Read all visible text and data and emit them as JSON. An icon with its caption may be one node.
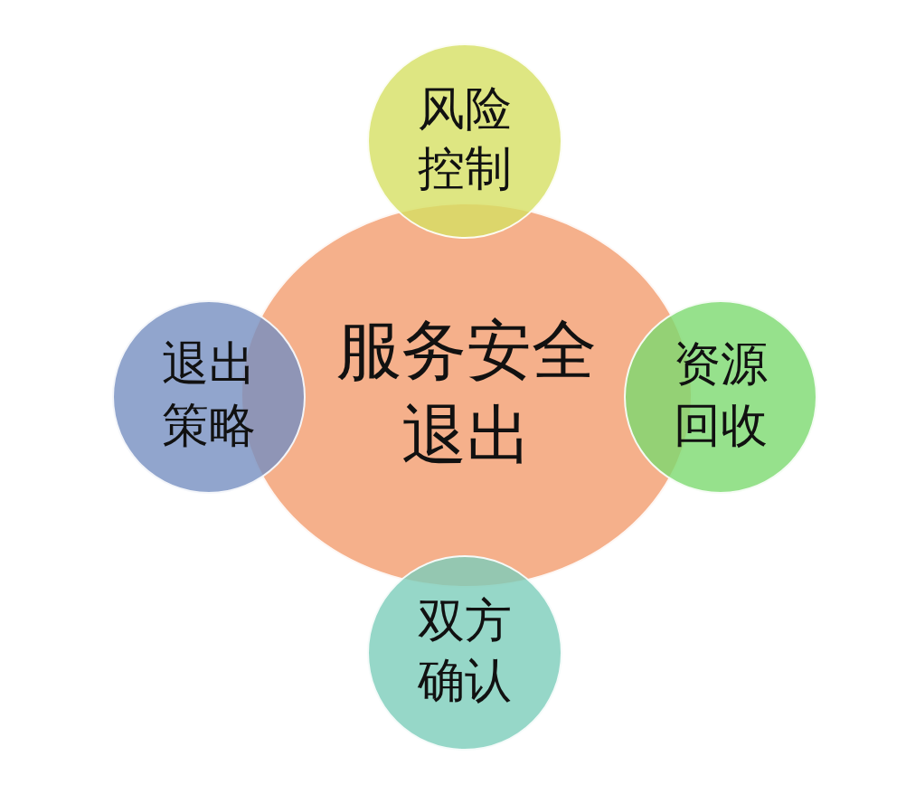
{
  "diagram": {
    "nodes": [
      {
        "text": [
          "风险控制"
        ]
      },
      {
        "text": [
          "退出策略"
        ]
      },
      {
        "text": [
          "服务安全退出"
        ]
      },
      {
        "text": [
          "资源回收"
        ]
      },
      {
        "text": [
          "双方确认"
        ]
      }
    ]
  }
}
